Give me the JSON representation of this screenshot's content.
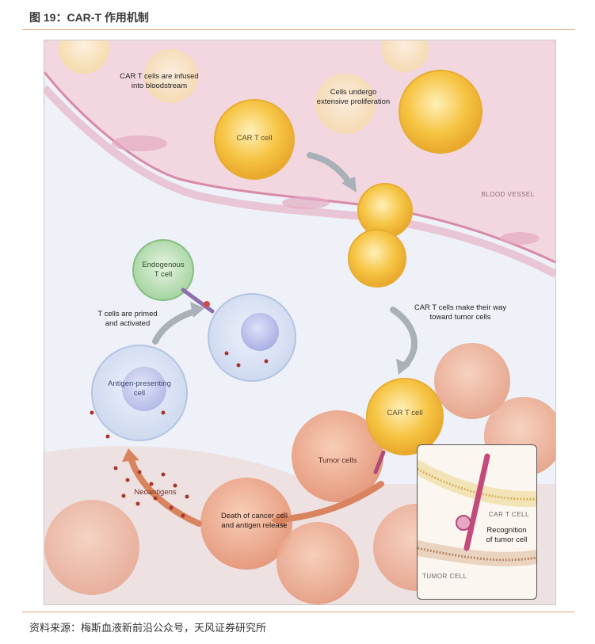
{
  "figure_title": "图 19：CAR-T 作用机制",
  "source": "资料来源：梅斯血液新前沿公众号，天风证券研究所",
  "labels": {
    "infused": "CAR T cells are infused\ninto bloodstream",
    "proliferation": "Cells undergo\nextensive proliferation",
    "car_t_top": "CAR T cell",
    "blood_vessel": "BLOOD VESSEL",
    "endogenous": "Endogenous\nT cell",
    "primed": "T cells are primed\nand activated",
    "way": "CAR T cells make their way\ntoward tumor cells",
    "apc": "Antigen-presenting\ncell",
    "car_t_bottom": "CAR T cell",
    "tumor_cells": "Tumor cells",
    "neoantigens": "Neoantigens",
    "death": "Death of cancer cell\nand antigen release"
  },
  "inset": {
    "car_t_label": "CAR T CELL",
    "recognition": "Recognition\nof tumor cell",
    "tumor_label": "TUMOR CELL"
  },
  "colors": {
    "vessel": "#f0c9d6",
    "car_t": "#f6c443",
    "tumor": "#ec9f80",
    "apc": "#c9d6ef",
    "endogenous": "#a9d6a4",
    "arrow": "#a9b0b8",
    "arrow_orange": "#d9845f"
  }
}
